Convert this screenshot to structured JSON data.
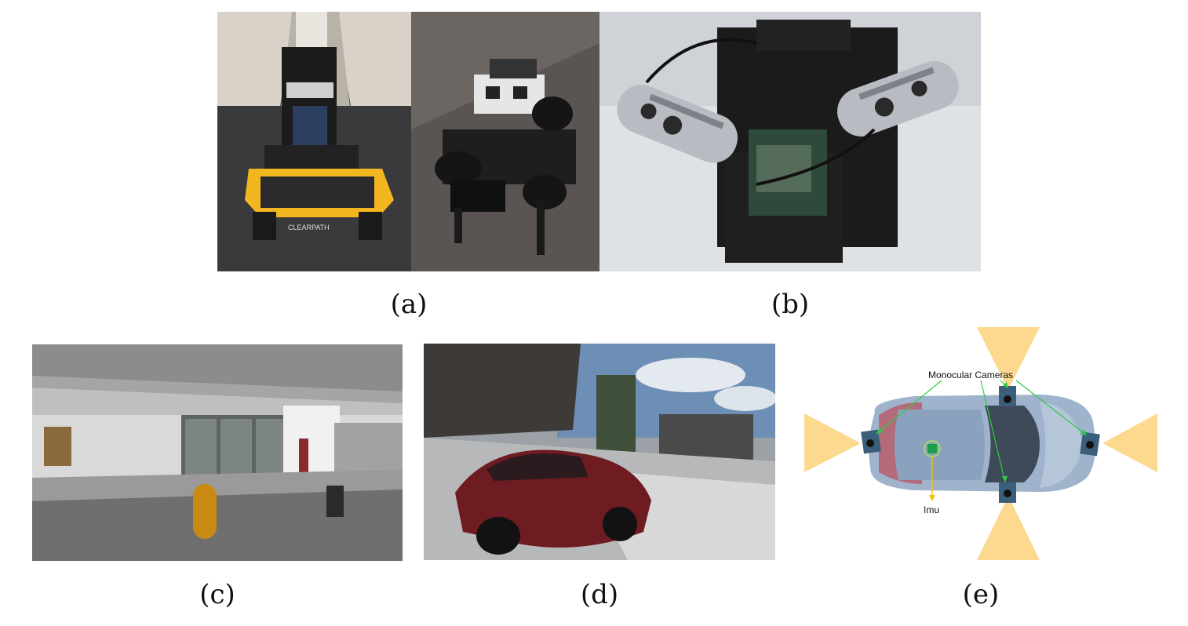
{
  "captions": {
    "a": "(a)",
    "b": "(b)",
    "c": "(c)",
    "d": "(d)",
    "e": "(e)"
  },
  "photos": {
    "jackal_logo_text": "CLEARPATH"
  },
  "vehicle_diagram": {
    "cameras_label": "Monocular Cameras",
    "imu_label": "Imu",
    "fov_color": "#fcd98f",
    "arrow_color": "#2ecc40",
    "imu_arrow_color": "#f1c40f",
    "car_body_color": "#9fb4cc",
    "camera_color": "#3b5f7a"
  }
}
